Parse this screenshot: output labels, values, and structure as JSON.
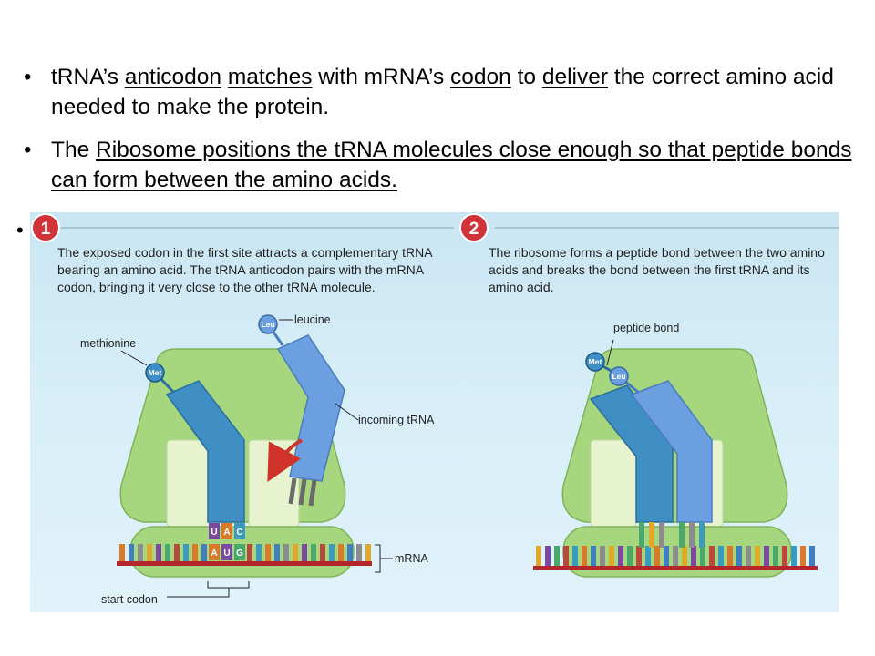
{
  "bullets": [
    {
      "segments": [
        {
          "text": "tRNA’s ",
          "u": false
        },
        {
          "text": "anticodon",
          "u": true
        },
        {
          "text": " ",
          "u": false
        },
        {
          "text": "matches",
          "u": true
        },
        {
          "text": " with mRNA’s ",
          "u": false
        },
        {
          "text": "codon",
          "u": true
        },
        {
          "text": " to ",
          "u": false
        },
        {
          "text": "deliver",
          "u": true
        },
        {
          "text": " the correct amino acid needed to make the protein.",
          "u": false
        }
      ]
    },
    {
      "segments": [
        {
          "text": "The ",
          "u": false
        },
        {
          "text": "Ribosome positions the tRNA molecules close enough so that peptide bonds can form between the amino acids.",
          "u": true
        }
      ]
    }
  ],
  "bullet_glyph": "•",
  "figure": {
    "step1": {
      "number": "1",
      "caption": "The exposed codon in the first site attracts a complementary tRNA bearing an amino acid. The tRNA anticodon pairs with the mRNA codon, bringing it very close to the other tRNA molecule.",
      "labels": {
        "leucine": "leucine",
        "methionine": "methionine",
        "incoming_trna": "incoming tRNA",
        "mrna": "mRNA",
        "start_codon": "start codon"
      },
      "amino_acids": {
        "met": "Met",
        "leu": "Leu"
      },
      "anticodon": [
        "U",
        "A",
        "C"
      ],
      "codon": [
        "A",
        "U",
        "G"
      ]
    },
    "step2": {
      "number": "2",
      "caption": "The ribosome forms a peptide bond between the two amino acids and breaks the bond between the first tRNA and its amino acid.",
      "labels": {
        "peptide_bond": "peptide bond"
      },
      "amino_acids": {
        "met": "Met",
        "leu": "Leu"
      }
    },
    "colors": {
      "background": "#cfe9f5",
      "ribosome": "#a6d67e",
      "trna_dark": "#3f8fc4",
      "trna_light": "#6b9fe0",
      "mrna": "#b3262b",
      "step_badge": "#d1333b"
    }
  }
}
